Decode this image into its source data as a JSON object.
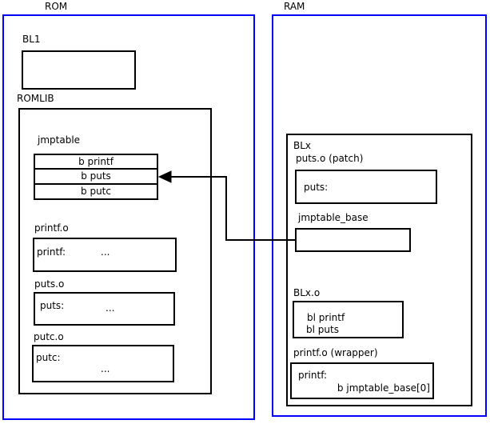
{
  "colors": {
    "frame_blue": "#0000ff",
    "line_black": "#000000"
  },
  "rom": {
    "title": "ROM",
    "bl1_label": "BL1",
    "romlib_label": "ROMLIB",
    "jmptable": {
      "label": "jmptable",
      "rows": [
        "b printf",
        "b puts",
        "b putc"
      ]
    },
    "printf_o": {
      "label": "printf.o",
      "symbol": "printf:",
      "dots": "..."
    },
    "puts_o": {
      "label": "puts.o",
      "symbol": "puts:",
      "dots": "..."
    },
    "putc_o": {
      "label": "putc.o",
      "symbol": "putc:",
      "dots": "..."
    }
  },
  "ram": {
    "title": "RAM",
    "blx_label": "BLx",
    "puts_patch": {
      "label": "puts.o (patch)",
      "symbol": "puts:"
    },
    "jmptable_base_label": "jmptable_base",
    "blx_o": {
      "label": "BLx.o",
      "line1": "bl printf",
      "line2": "bl puts"
    },
    "printf_wrapper": {
      "label": "printf.o (wrapper)",
      "symbol": "printf:",
      "body": "b jmptable_base[0]"
    }
  }
}
